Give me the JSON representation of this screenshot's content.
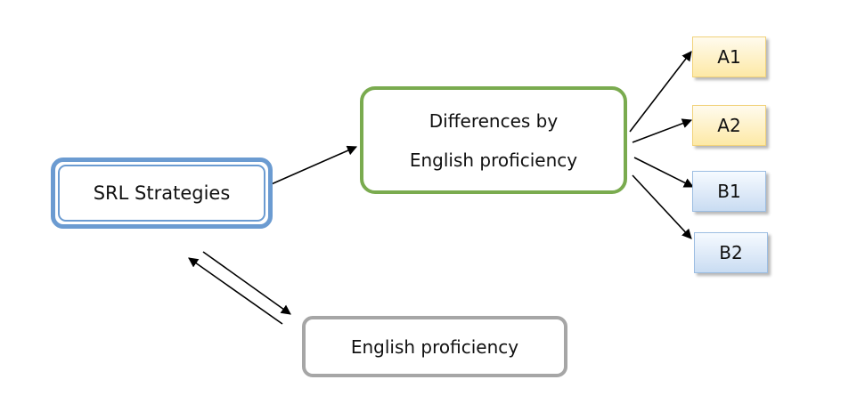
{
  "nodes": {
    "srl": "SRL Strategies",
    "differences_line1": "Differences by",
    "differences_line2": "English proficiency",
    "english": "English proficiency",
    "levels": [
      "A1",
      "A2",
      "B1",
      "B2"
    ]
  },
  "colors": {
    "srl": "#6b9bd1",
    "differences": "#7aab4f",
    "english": "#a6a6a6",
    "a_levels": "#fde9a6",
    "b_levels": "#c9dcf2"
  }
}
